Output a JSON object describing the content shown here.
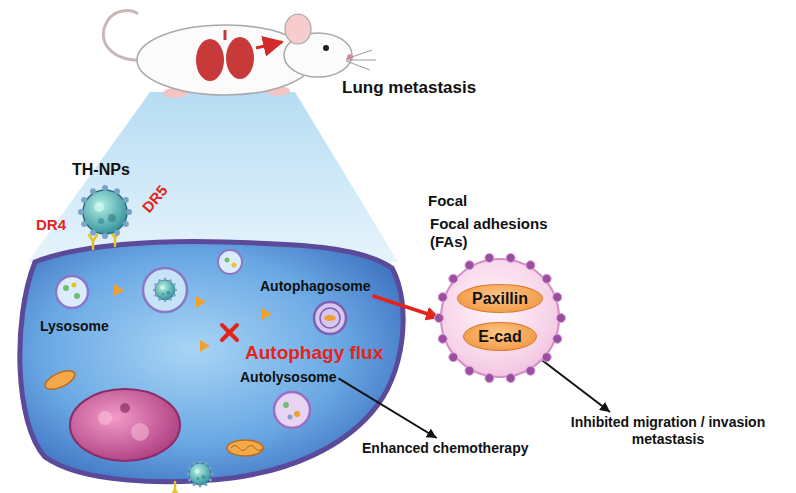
{
  "diagram": {
    "nodes": [
      {
        "text": [
          "Autophagosome"
        ]
      },
      {
        "text": [
          "Autolysosome"
        ]
      },
      {
        "text": [
          "Focal adhesions (FAs)"
        ]
      },
      {
        "text": [
          "Paxillin"
        ],
        "in": 2
      },
      {
        "text": [
          "E-cad"
        ],
        "in": 2
      },
      {
        "text": [
          "Inhibited migration / invasion metastasis"
        ]
      },
      {
        "text": [
          "Enhanced chemotherapy"
        ]
      }
    ],
    "edges": [
      {
        "from": 0,
        "to": 2,
        "arrow": "to"
      },
      {
        "from": 2,
        "to": 5,
        "arrow": "to"
      },
      {
        "from": 1,
        "to": 6,
        "arrow": "to"
      }
    ],
    "labels": [
      "Lung metastasis",
      "TH-NPs",
      "DR4",
      "DR5",
      "Lysosome",
      "Autophagy flux",
      "Focal"
    ]
  }
}
